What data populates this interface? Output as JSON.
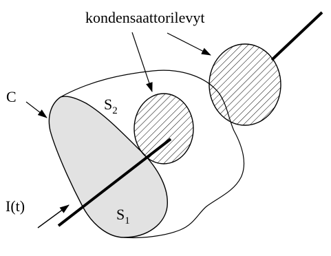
{
  "labels": {
    "plates": "kondensaattorilevyt",
    "curve": "C",
    "surface2": {
      "letter": "S",
      "index": "2"
    },
    "surface1": {
      "letter": "S",
      "index": "1"
    },
    "current": "I(t)"
  },
  "colors": {
    "ink": "#000000",
    "background": "#ffffff",
    "surface1_fill": "#e2e2e2"
  }
}
